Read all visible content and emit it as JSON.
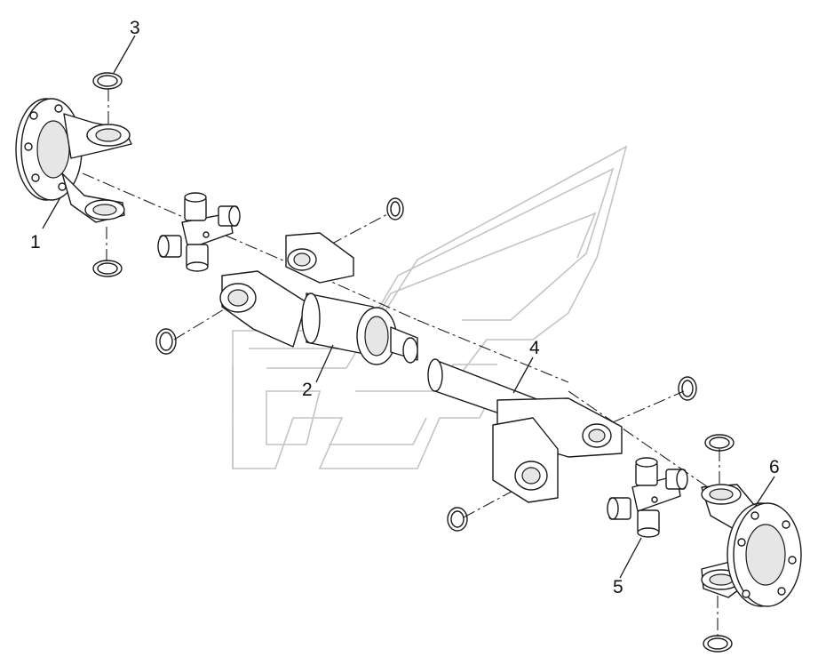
{
  "callouts": [
    {
      "id": "1",
      "label": "1"
    },
    {
      "id": "2",
      "label": "2"
    },
    {
      "id": "3",
      "label": "3"
    },
    {
      "id": "4",
      "label": "4"
    },
    {
      "id": "5",
      "label": "5"
    },
    {
      "id": "6",
      "label": "6"
    }
  ],
  "colors": {
    "line": "#1a1a1a",
    "watermark": "#c4c4c4",
    "background": "#ffffff"
  }
}
